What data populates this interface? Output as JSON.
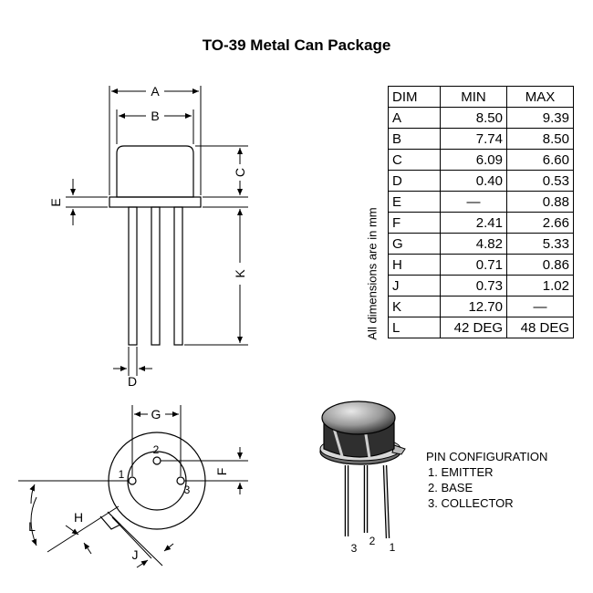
{
  "title": "TO-39 Metal Can Package",
  "table": {
    "headers": [
      "DIM",
      "MIN",
      "MAX"
    ],
    "rows": [
      [
        "A",
        "8.50",
        "9.39"
      ],
      [
        "B",
        "7.74",
        "8.50"
      ],
      [
        "C",
        "6.09",
        "6.60"
      ],
      [
        "D",
        "0.40",
        "0.53"
      ],
      [
        "E",
        "—",
        "0.88"
      ],
      [
        "F",
        "2.41",
        "2.66"
      ],
      [
        "G",
        "4.82",
        "5.33"
      ],
      [
        "H",
        "0.71",
        "0.86"
      ],
      [
        "J",
        "0.73",
        "1.02"
      ],
      [
        "K",
        "12.70",
        "—"
      ],
      [
        "L",
        "42 DEG",
        "48 DEG"
      ]
    ]
  },
  "units_note": "All dimensions are in mm",
  "pin_config": {
    "heading": "PIN CONFIGURATION",
    "items": [
      "1.  EMITTER",
      "2.  BASE",
      "3.  COLLECTOR"
    ]
  },
  "labels": {
    "A": "A",
    "B": "B",
    "C": "C",
    "D": "D",
    "E": "E",
    "K": "K",
    "G": "G",
    "F": "F",
    "H": "H",
    "J": "J",
    "L": "L"
  },
  "pin_numbers_bottom": {
    "p1": "1",
    "p2": "2",
    "p3": "3"
  },
  "pin_numbers_photo": {
    "p3": "3",
    "p2": "2",
    "p1": "1"
  }
}
